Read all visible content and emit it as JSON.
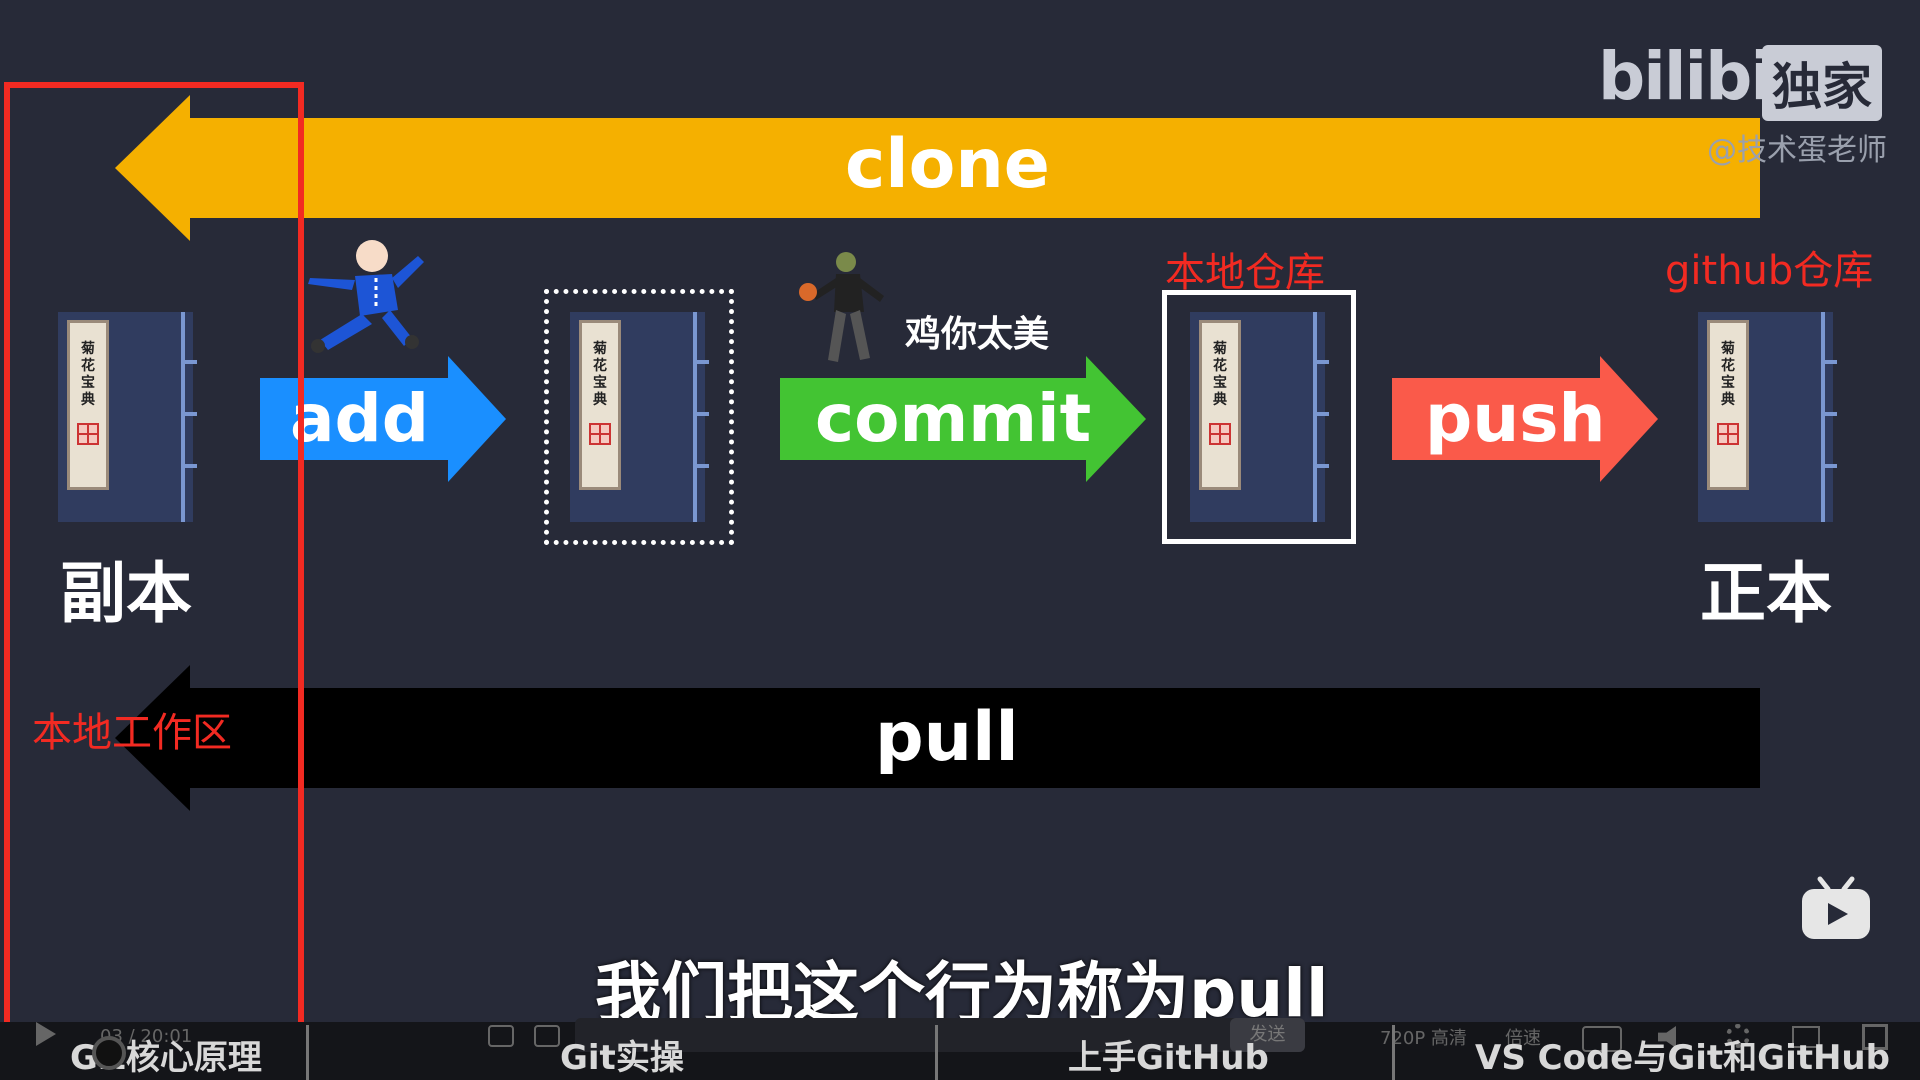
{
  "arrows": {
    "clone": "clone",
    "add": "add",
    "commit": "commit",
    "push": "push",
    "pull": "pull"
  },
  "book_title_chars": [
    "菊",
    "花",
    "宝",
    "典"
  ],
  "labels": {
    "copy": "副本",
    "original": "正本",
    "local_repo": "本地仓库",
    "github_repo": "github仓库",
    "workspace": "本地工作区",
    "meme_caption": "鸡你太美"
  },
  "watermark": {
    "brand": "bilibili",
    "exclusive": "独家",
    "author": "@技术蛋老师"
  },
  "subtitle": "我们把这个行为称为pull",
  "player": {
    "time": "03 / 20:01",
    "send_label": "发送",
    "quality": "720P 高清",
    "speed": "倍速"
  },
  "chapters": [
    "Git核心原理",
    "Git实操",
    "上手GitHub",
    "VS Code与Git和GitHub"
  ],
  "colors": {
    "background": "#272a38",
    "clone": "#f5b000",
    "add": "#1a8fff",
    "commit": "#43c433",
    "push": "#fa5a4a",
    "pull": "#000000",
    "highlight": "#f22a22"
  }
}
